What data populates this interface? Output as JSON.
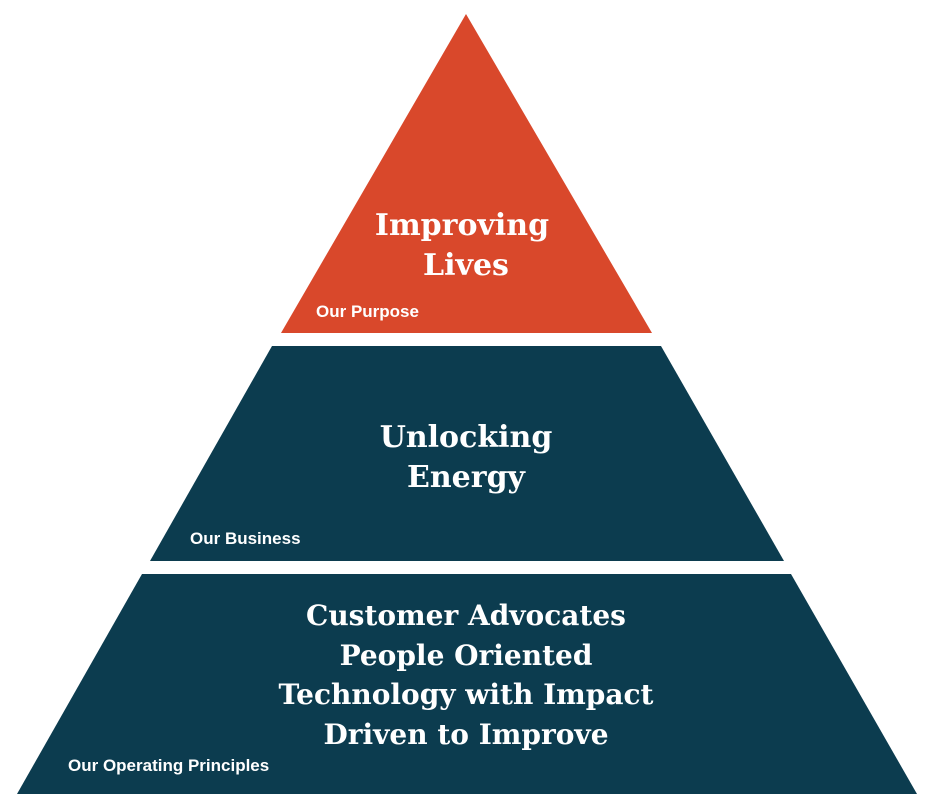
{
  "colors": {
    "purpose": "#d9482b",
    "business": "#0c3c4f",
    "principles": "#0c3c4f",
    "text": "#ffffff"
  },
  "tiers": {
    "purpose": {
      "lines": [
        "Improving",
        "Lives"
      ],
      "caption": "Our Purpose"
    },
    "business": {
      "lines": [
        "Unlocking",
        "Energy"
      ],
      "caption": "Our Business"
    },
    "principles": {
      "lines": [
        "Customer Advocates",
        "People Oriented",
        "Technology with Impact",
        "Driven to Improve"
      ],
      "caption": "Our Operating Principles"
    }
  }
}
